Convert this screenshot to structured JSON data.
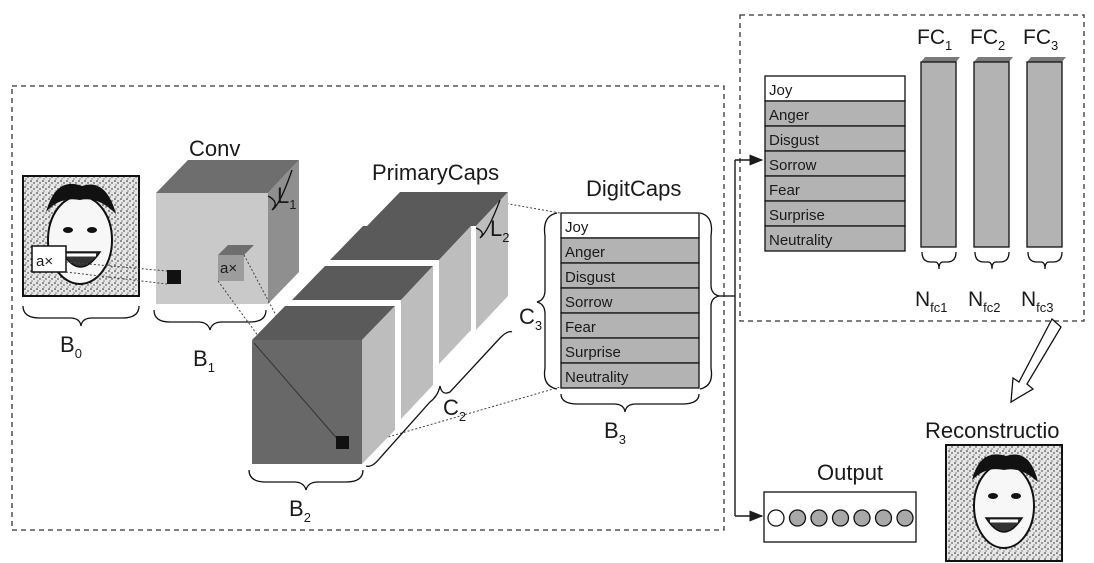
{
  "blocks": {
    "conv": "Conv",
    "primary_caps": "PrimaryCaps",
    "digit_caps": "DigitCaps",
    "output": "Output",
    "reconstruction": "Reconstructio",
    "filter_mark": "a×"
  },
  "emotions": [
    "Joy",
    "Anger",
    "Disgust",
    "Sorrow",
    "Fear",
    "Surprise",
    "Neutrality"
  ],
  "dims": {
    "B0": {
      "main": "B",
      "sub": "0"
    },
    "B1": {
      "main": "B",
      "sub": "1"
    },
    "B2": {
      "main": "B",
      "sub": "2"
    },
    "B3": {
      "main": "B",
      "sub": "3"
    },
    "L1": {
      "main": "L",
      "sub": "1"
    },
    "L2": {
      "main": "L",
      "sub": "2"
    },
    "C2": {
      "main": "C",
      "sub": "2"
    },
    "C3": {
      "main": "C",
      "sub": "3"
    }
  },
  "fc_layers": [
    {
      "main": "FC",
      "sub": "1"
    },
    {
      "main": "FC",
      "sub": "2"
    },
    {
      "main": "FC",
      "sub": "3"
    }
  ],
  "fc_sizes": [
    {
      "main": "N",
      "sub": "fc1"
    },
    {
      "main": "N",
      "sub": "fc2"
    },
    {
      "main": "N",
      "sub": "fc3"
    }
  ],
  "output_nodes": {
    "active": 1,
    "total": 7
  },
  "colors": {
    "cube_front": "#c9c9c9",
    "cube_top": "#6e6e6e",
    "cube_side": "#8f8f8f",
    "caps_front": "#686868",
    "caps_top": "#5a5a5a",
    "caps_side": "#bdbdbd",
    "cell_highlight": "#ffffff",
    "cell_shaded": "#b3b3b3",
    "fc_bar": "#b3b3b3",
    "node": "#a8a8a8"
  }
}
